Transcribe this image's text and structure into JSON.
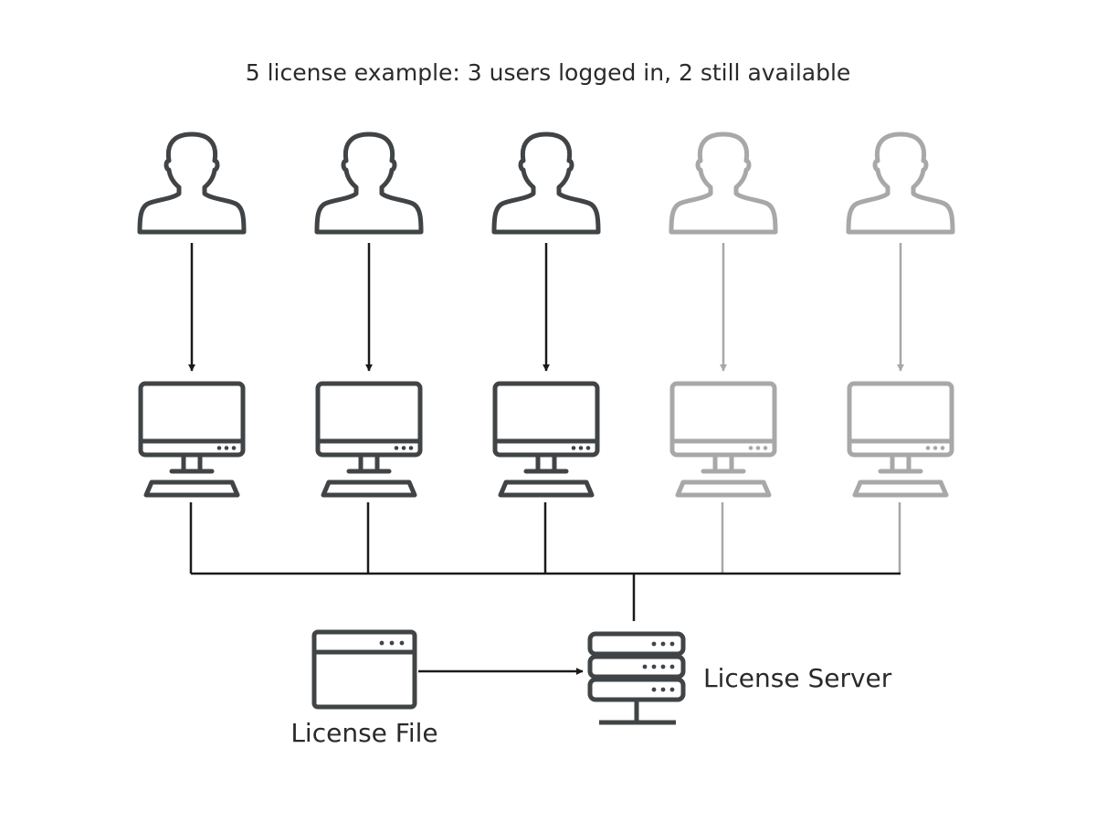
{
  "title": "5 license example: 3 users logged in, 2 still available",
  "license_file_label": "License File",
  "license_server_label": "License Server",
  "colors": {
    "active": "#414446",
    "inactive": "#a8a8a8",
    "arrow": "#1a1a1a",
    "background": "#ffffff"
  },
  "users": [
    {
      "status": "logged-in"
    },
    {
      "status": "logged-in"
    },
    {
      "status": "logged-in"
    },
    {
      "status": "available"
    },
    {
      "status": "available"
    }
  ],
  "icons": {
    "user": "person-icon",
    "computer": "computer-monitor-icon",
    "license_file": "license-file-icon",
    "license_server": "server-icon"
  }
}
